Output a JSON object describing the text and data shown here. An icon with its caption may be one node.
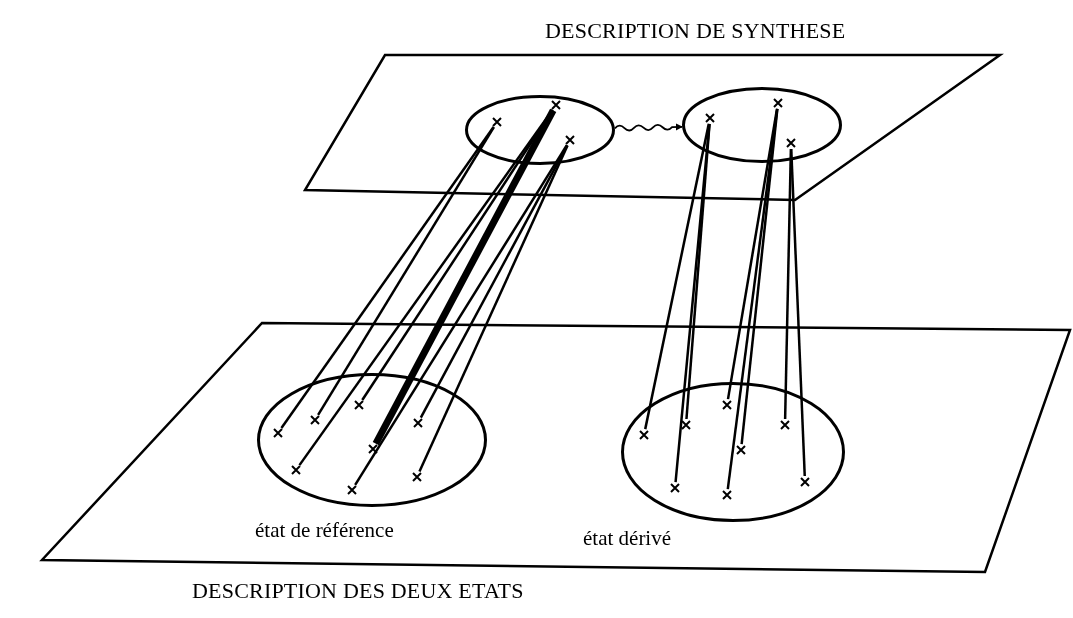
{
  "diagram": {
    "nodes": [
      {
        "text": [
          "DESCRIPTION DE SYNTHESE"
        ]
      },
      {
        "text": [],
        "shape": "ellipse",
        "in": 0
      },
      {
        "text": [],
        "shape": "ellipse",
        "in": 0
      },
      {
        "text": [],
        "shape": "cross",
        "in": 1
      },
      {
        "text": [],
        "shape": "cross",
        "in": 1
      },
      {
        "text": [],
        "shape": "cross",
        "in": 1
      },
      {
        "text": [],
        "shape": "cross",
        "in": 2
      },
      {
        "text": [],
        "shape": "cross",
        "in": 2
      },
      {
        "text": [],
        "shape": "cross",
        "in": 2
      },
      {
        "text": [
          "DESCRIPTION DES DEUX ETATS"
        ]
      },
      {
        "text": [],
        "shape": "ellipse",
        "in": 9,
        "beside": [
          "état de référence"
        ]
      },
      {
        "text": [],
        "shape": "ellipse",
        "in": 9,
        "beside": [
          "état dérivé"
        ]
      },
      {
        "text": [],
        "shape": "cross",
        "in": 10
      },
      {
        "text": [],
        "shape": "cross",
        "in": 10
      },
      {
        "text": [],
        "shape": "cross",
        "in": 10
      },
      {
        "text": [],
        "shape": "cross",
        "in": 10
      },
      {
        "text": [],
        "shape": "cross",
        "in": 10
      },
      {
        "text": [],
        "shape": "cross",
        "in": 10
      },
      {
        "text": [],
        "shape": "cross",
        "in": 10
      },
      {
        "text": [],
        "shape": "cross",
        "in": 10
      },
      {
        "text": [],
        "shape": "cross",
        "in": 11
      },
      {
        "text": [],
        "shape": "cross",
        "in": 11
      },
      {
        "text": [],
        "shape": "cross",
        "in": 11
      },
      {
        "text": [],
        "shape": "cross",
        "in": 11
      },
      {
        "text": [],
        "shape": "cross",
        "in": 11
      },
      {
        "text": [],
        "shape": "cross",
        "in": 11
      },
      {
        "text": [],
        "shape": "cross",
        "in": 11
      },
      {
        "text": [],
        "shape": "cross",
        "in": 11
      }
    ],
    "edges": [
      {
        "from": 1,
        "to": 2,
        "arrow": "to"
      },
      {
        "from": 3,
        "to": 12,
        "arrow": "none"
      },
      {
        "from": 3,
        "to": 13,
        "arrow": "none"
      },
      {
        "from": 4,
        "to": 16,
        "arrow": "none"
      },
      {
        "from": 4,
        "to": 14,
        "arrow": "none"
      },
      {
        "from": 4,
        "to": 17,
        "arrow": "none",
        "style": "thick"
      },
      {
        "from": 5,
        "to": 15,
        "arrow": "none"
      },
      {
        "from": 5,
        "to": 18,
        "arrow": "none"
      },
      {
        "from": 5,
        "to": 19,
        "arrow": "none"
      },
      {
        "from": 6,
        "to": 20,
        "arrow": "none"
      },
      {
        "from": 6,
        "to": 21,
        "arrow": "none"
      },
      {
        "from": 6,
        "to": 25,
        "arrow": "none"
      },
      {
        "from": 7,
        "to": 22,
        "arrow": "none"
      },
      {
        "from": 7,
        "to": 24,
        "arrow": "none"
      },
      {
        "from": 7,
        "to": 26,
        "arrow": "none"
      },
      {
        "from": 8,
        "to": 23,
        "arrow": "none"
      },
      {
        "from": 8,
        "to": 27,
        "arrow": "none"
      }
    ]
  }
}
